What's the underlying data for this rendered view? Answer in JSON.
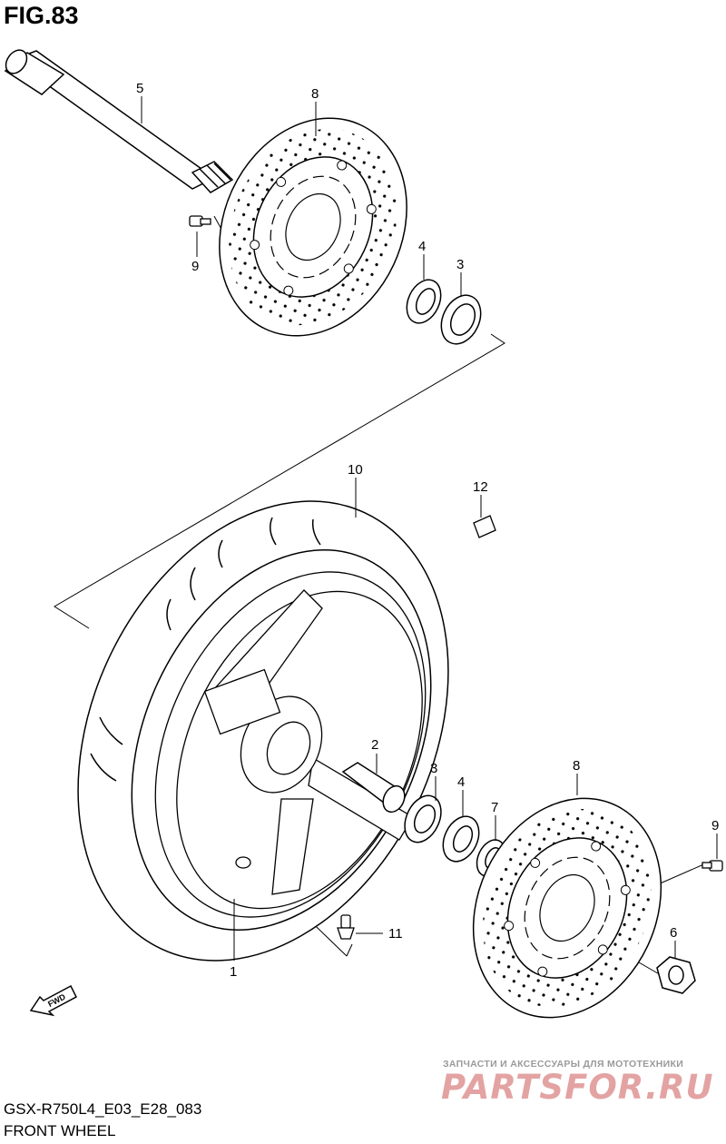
{
  "figure": {
    "title": "FIG.83"
  },
  "callouts": {
    "n1": "1",
    "n2": "2",
    "n3_top": "3",
    "n3_bottom": "3",
    "n4_top": "4",
    "n4_bottom": "4",
    "n5": "5",
    "n6": "6",
    "n7": "7",
    "n8_top": "8",
    "n8_bottom": "8",
    "n9_top": "9",
    "n9_bottom": "9",
    "n10": "10",
    "n11": "11",
    "n12": "12"
  },
  "fwd_label": "FWD",
  "footer": {
    "model_code": "GSX-R750L4_E03_E28_083",
    "section_name": "FRONT WHEEL"
  },
  "watermark": {
    "tagline": "ЗАПЧАСТИ И АКСЕССУАРЫ ДЛЯ МОТОТЕХНИКИ",
    "brand": "PARTSFOR.RU"
  }
}
